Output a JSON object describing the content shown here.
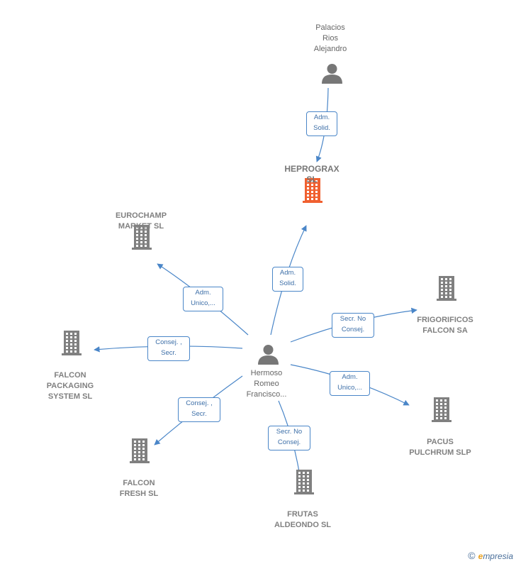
{
  "colors": {
    "edge": "#4a86c8",
    "building": "#808080",
    "building_main": "#f06030",
    "person": "#777777"
  },
  "nodes": {
    "palacios": {
      "lines": [
        "Palacios",
        "Rios",
        "Alejandro"
      ],
      "icon": "person-icon"
    },
    "heprograx": {
      "lines": [
        "HEPROGRAX",
        "SL"
      ],
      "icon": "building-icon"
    },
    "hermoso": {
      "lines": [
        "Hermoso",
        "Romeo",
        "Francisco..."
      ],
      "icon": "person-icon"
    },
    "eurochamp": {
      "lines": [
        "EUROCHAMP",
        "MARKET  SL"
      ],
      "icon": "building-icon"
    },
    "frigorificos": {
      "lines": [
        "FRIGORIFICOS",
        "FALCON SA"
      ],
      "icon": "building-icon"
    },
    "falcon_packaging": {
      "lines": [
        "FALCON",
        "PACKAGING",
        "SYSTEM  SL"
      ],
      "icon": "building-icon"
    },
    "pacus": {
      "lines": [
        "PACUS",
        "PULCHRUM SLP"
      ],
      "icon": "building-icon"
    },
    "falcon_fresh": {
      "lines": [
        "FALCON",
        "FRESH  SL"
      ],
      "icon": "building-icon"
    },
    "frutas": {
      "lines": [
        "FRUTAS",
        "ALDEONDO  SL"
      ],
      "icon": "building-icon"
    }
  },
  "roles": {
    "palacios_heprograx": [
      "Adm.",
      "Solid."
    ],
    "hermoso_heprograx": [
      "Adm.",
      "Solid."
    ],
    "hermoso_eurochamp": [
      "Adm.",
      "Unico,..."
    ],
    "hermoso_frigorificos": [
      "Secr.  No",
      "Consej."
    ],
    "hermoso_falcon_packaging": [
      "Consej. ,",
      "Secr."
    ],
    "hermoso_pacus": [
      "Adm.",
      "Unico,..."
    ],
    "hermoso_falcon_fresh": [
      "Consej. ,",
      "Secr."
    ],
    "hermoso_frutas": [
      "Secr.  No",
      "Consej."
    ]
  },
  "brand": {
    "copyright": "©",
    "e": "e",
    "rest": "mpresia"
  }
}
